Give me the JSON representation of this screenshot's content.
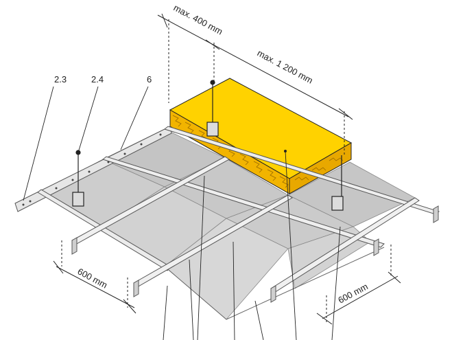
{
  "labels": {
    "l23": "2.3",
    "l24": "2.4",
    "l6": "6"
  },
  "dimensions": {
    "max400": "max. 400 mm",
    "max1200": "max. 1 200 mm",
    "w600_left": "600 mm",
    "w600_right": "600 mm"
  },
  "colors": {
    "panel": "#c9c9c9",
    "panel_light": "#dadada",
    "rail": "#e6e6e6",
    "rail_edge": "#555555",
    "insulation": "#ffd200",
    "insulation_side": "#f2b400",
    "line": "#222222"
  }
}
